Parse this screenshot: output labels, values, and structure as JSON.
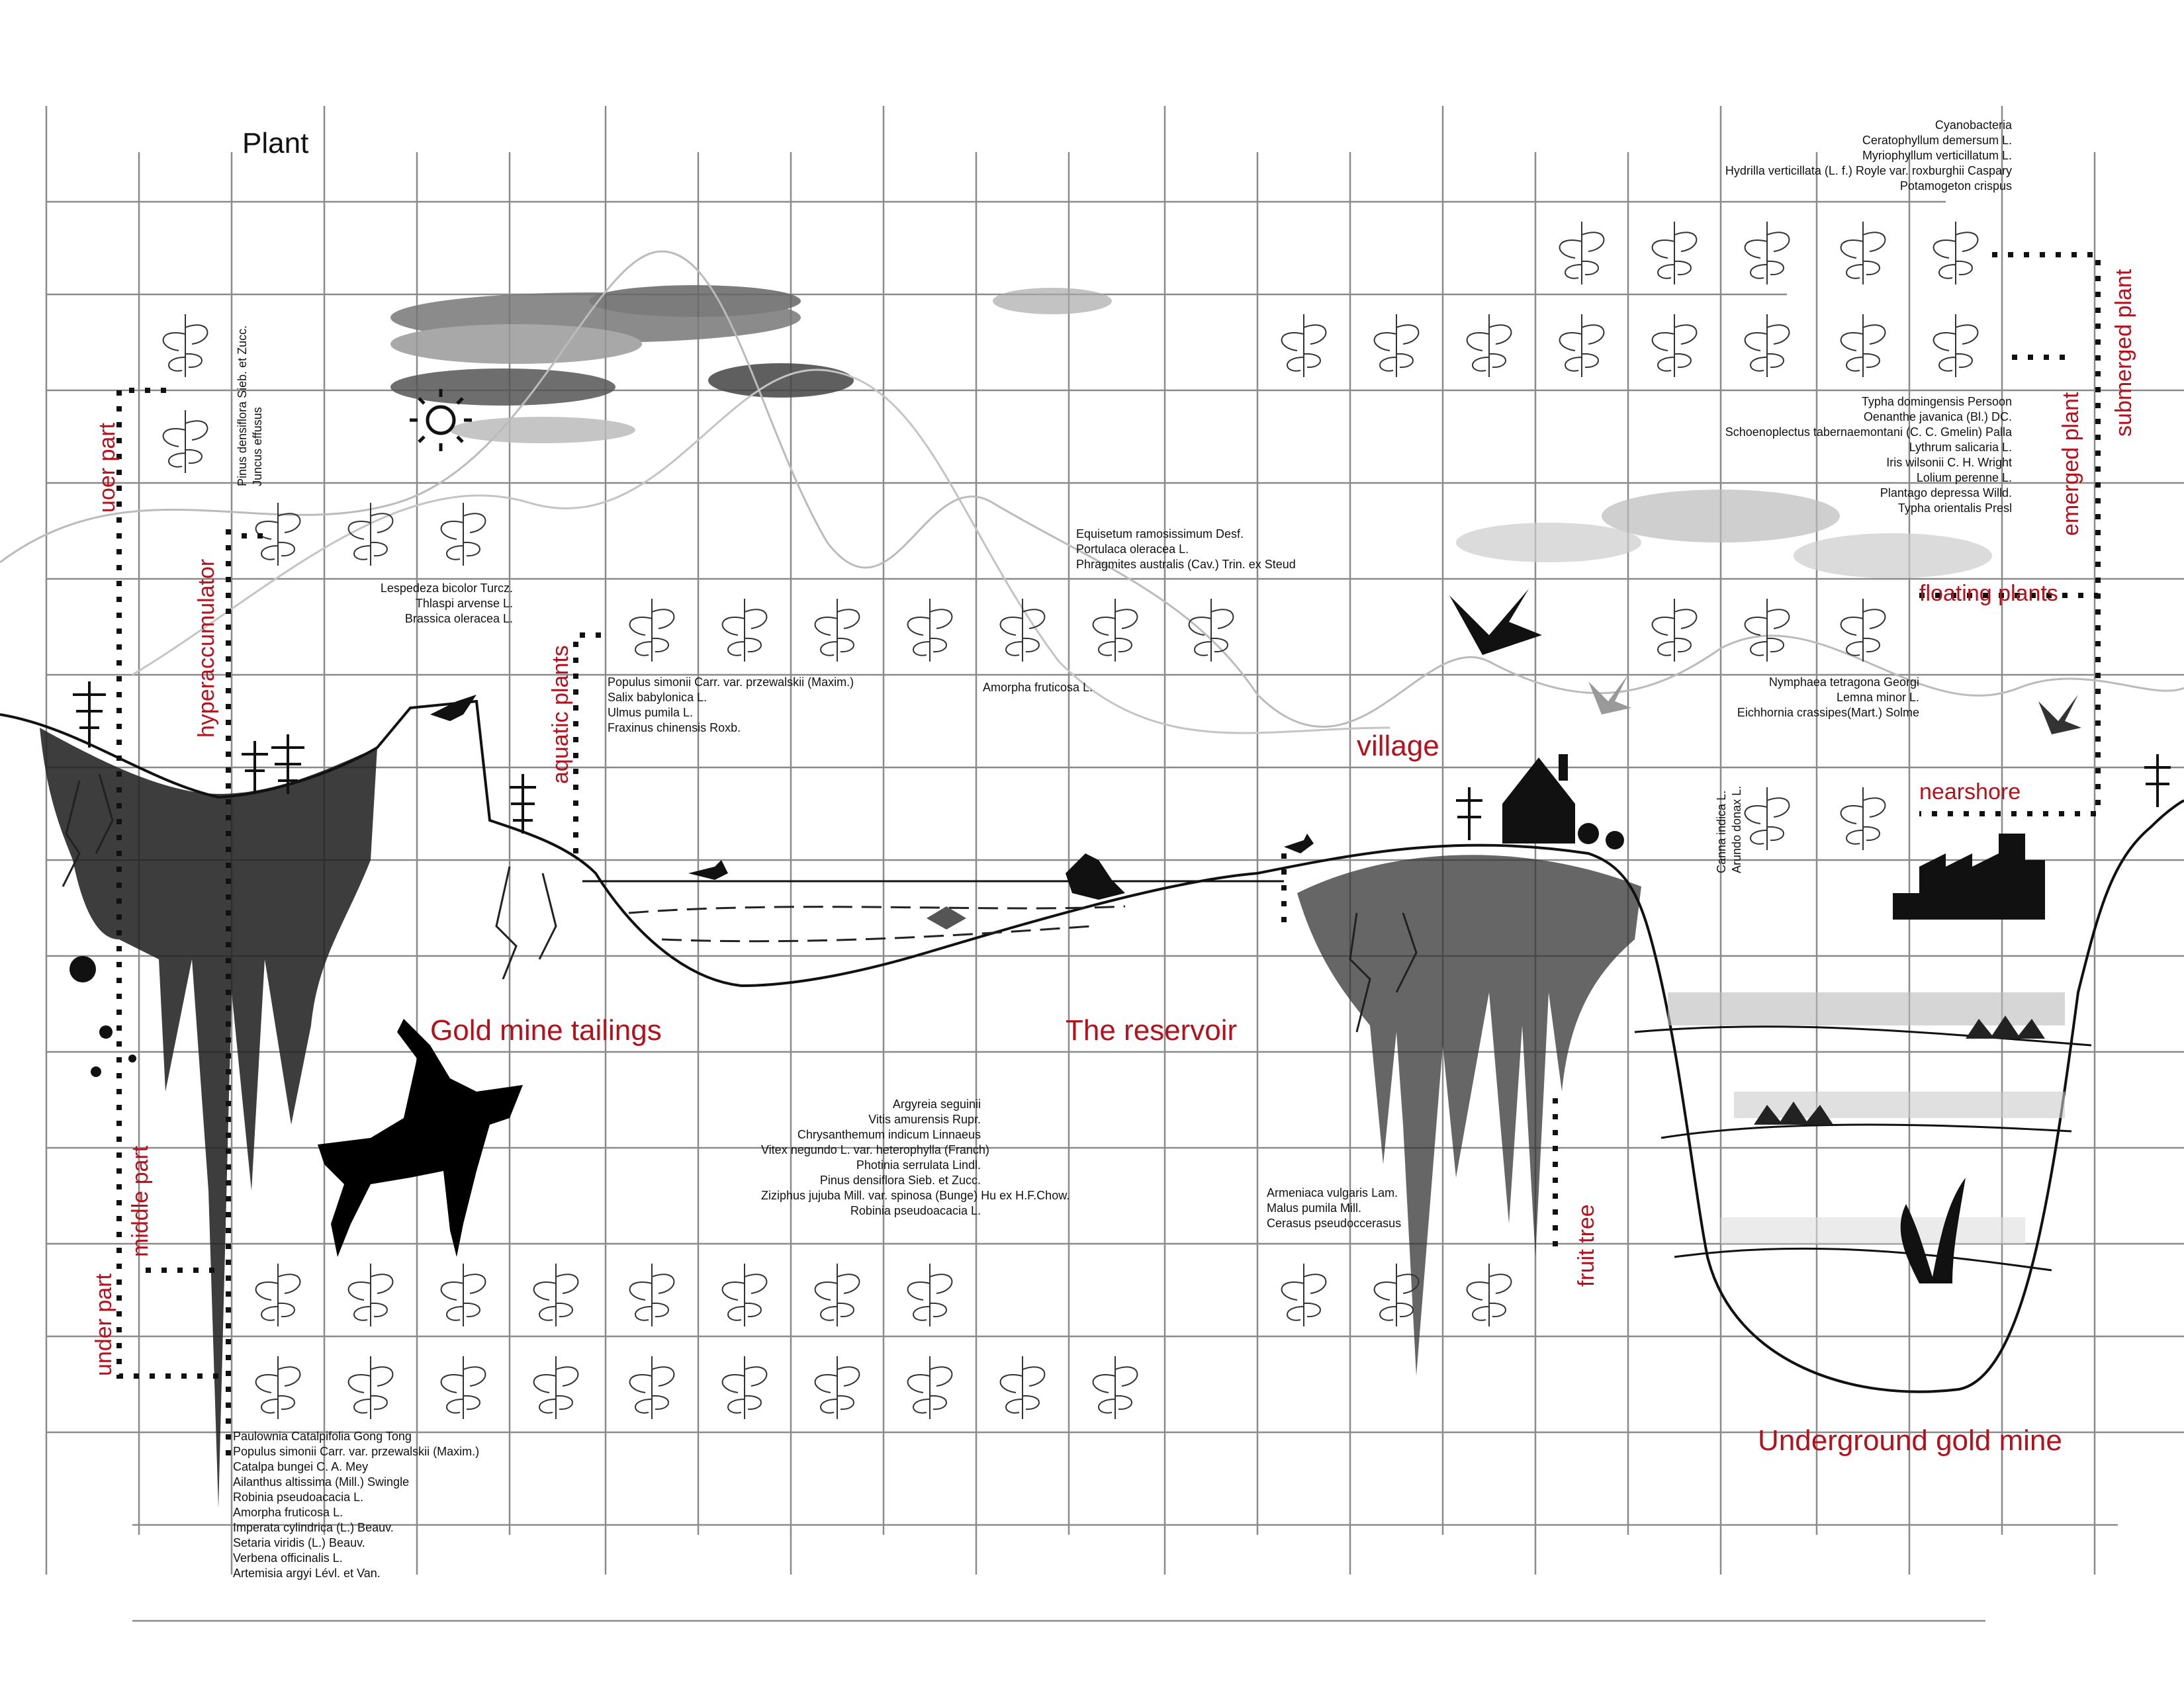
{
  "title": "Plant",
  "colors": {
    "accent_red": "#b3121c",
    "ink": "#111111",
    "grid": "#8a8a8a"
  },
  "zones": {
    "tailings": "Gold mine tailings",
    "reservoir": "The reservoir",
    "village": "village",
    "underground": "Underground gold mine",
    "nearshore": "nearshore",
    "floating": "floating plants",
    "emerged": "emerged plant",
    "submerged": "submerged plant",
    "aquatic": "aquatic plants",
    "hyper": "hyperaccumulator",
    "upper": "uoer part",
    "middle": "middle part",
    "under": "under part",
    "fruit": "fruit tree"
  },
  "lists": {
    "pinus_juncus": [
      "Pinus densiflora Sieb. et Zucc.",
      "Juncus effusus"
    ],
    "hyper": [
      "Lespedeza bicolor Turcz.",
      "Thlaspi arvense L.",
      "Brassica oleracea L."
    ],
    "populus": [
      "Populus simonii Carr. var. przewalskii (Maxim.)",
      "Salix babylonica L.",
      "Ulmus pumila L.",
      "Fraxinus chinensis Roxb."
    ],
    "equisetum": [
      "Equisetum ramosissimum Desf.",
      "Portulaca oleracea L.",
      "Phragmites australis (Cav.) Trin. ex Steud"
    ],
    "amorpha": [
      "Amorpha fruticosa L."
    ],
    "submerged": [
      "Cyanobacteria",
      "Ceratophyllum demersum L.",
      "Myriophyllum verticillatum L.",
      "Hydrilla verticillata (L. f.) Royle var. roxburghii Caspary",
      "Potamogeton crispus"
    ],
    "emerged": [
      "Typha domingensis Persoon",
      "Oenanthe javanica (Bl.) DC.",
      "Schoenoplectus tabernaemontani (C. C. Gmelin) Palla",
      "Lythrum salicaria L.",
      "Iris wilsonii C. H. Wright",
      "Lolium perenne L.",
      "Plantago depressa Willd.",
      "Typha orientalis Presl"
    ],
    "floating": [
      "Nymphaea tetragona Georgi",
      "Lemna minor L.",
      "Eichhornia crassipes(Mart.) Solme"
    ],
    "nearshore": [
      "Canna indica L.",
      "Arundo donax L."
    ],
    "middle": [
      "Argyreia seguinii",
      "Vitis amurensis Rupr.",
      "Chrysanthemum indicum Linnaeus",
      "Vitex negundo L. var. heterophylla (Franch)",
      "Photinia serrulata Lindl.",
      "Pinus densiflora Sieb. et Zucc.",
      "Ziziphus jujuba Mill. var. spinosa (Bunge) Hu ex H.F.Chow.",
      "Robinia pseudoacacia L."
    ],
    "fruit": [
      "Armeniaca vulgaris Lam.",
      "Malus pumila Mill.",
      "Cerasus pseudoccerasus"
    ],
    "under": [
      "Paulownia Catalpifolia Gong Tong",
      "Populus simonii Carr. var. przewalskii (Maxim.)",
      "Catalpa bungei C. A. Mey",
      "Ailanthus altissima (Mill.) Swingle",
      "Robinia pseudoacacia L.",
      "Amorpha fruticosa L.",
      "Imperata cylindrica (L.) Beauv.",
      "Setaria viridis (L.) Beauv.",
      "Verbena officinalis L.",
      "Artemisia argyi Lévl. et Van."
    ]
  }
}
